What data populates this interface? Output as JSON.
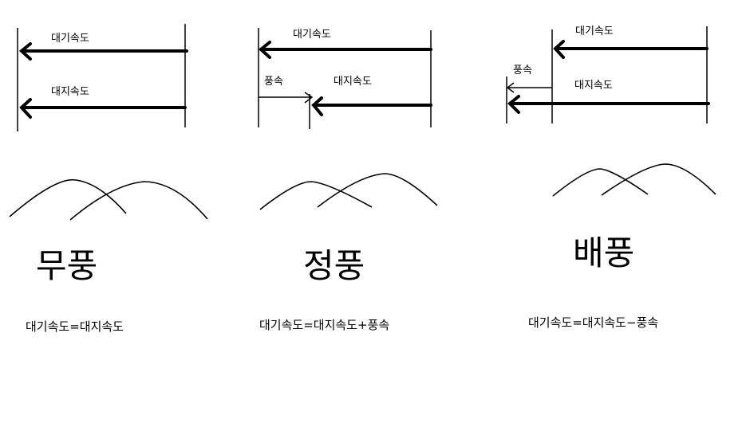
{
  "panels": [
    {
      "id": "calm",
      "air_speed_label": "대기속도",
      "ground_speed_label": "대지속도",
      "wind_label": "",
      "title": "무풍",
      "formula": "대기속도=대지속도"
    },
    {
      "id": "headwind",
      "air_speed_label": "대기속도",
      "ground_speed_label": "대지속도",
      "wind_label": "풍속",
      "title": "정풍",
      "formula": "대기속도=대지속도+풍속"
    },
    {
      "id": "tailwind",
      "air_speed_label": "대기속도",
      "ground_speed_label": "대지속도",
      "wind_label": "풍속",
      "title": "배풍",
      "formula": "대기속도=대지속도−풍속"
    }
  ]
}
